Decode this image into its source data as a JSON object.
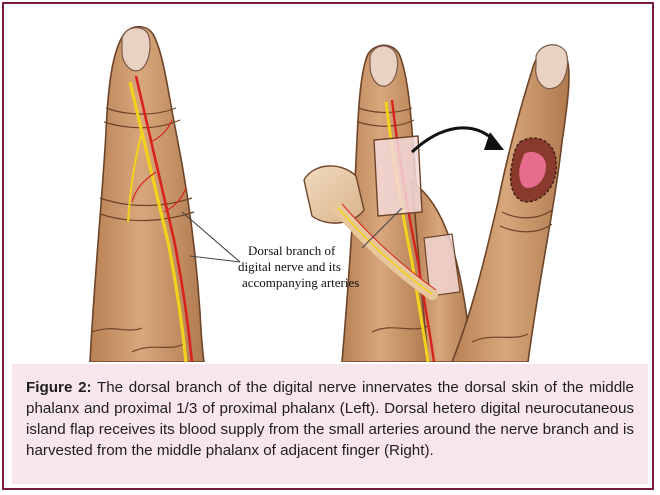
{
  "figure": {
    "annotation_lines": [
      "Dorsal branch of",
      "digital nerve and its",
      "accompanying arteries"
    ]
  },
  "caption": {
    "label": "Figure 2:",
    "text": " The dorsal branch of the digital nerve innervates the dorsal skin of the middle phalanx and proximal 1/3 of proximal phalanx (Left). Dorsal hetero digital neurocutaneous island flap receives its blood supply from the small arteries around the nerve branch and is harvested from the middle phalanx of adjacent finger (Right)."
  },
  "colors": {
    "border": "#7a1c3c",
    "caption_bg": "#f7e6ee",
    "skin": "#c8956b",
    "skin_dark": "#a46f47",
    "nerve": "#f3d21b",
    "artery": "#d8231c"
  }
}
